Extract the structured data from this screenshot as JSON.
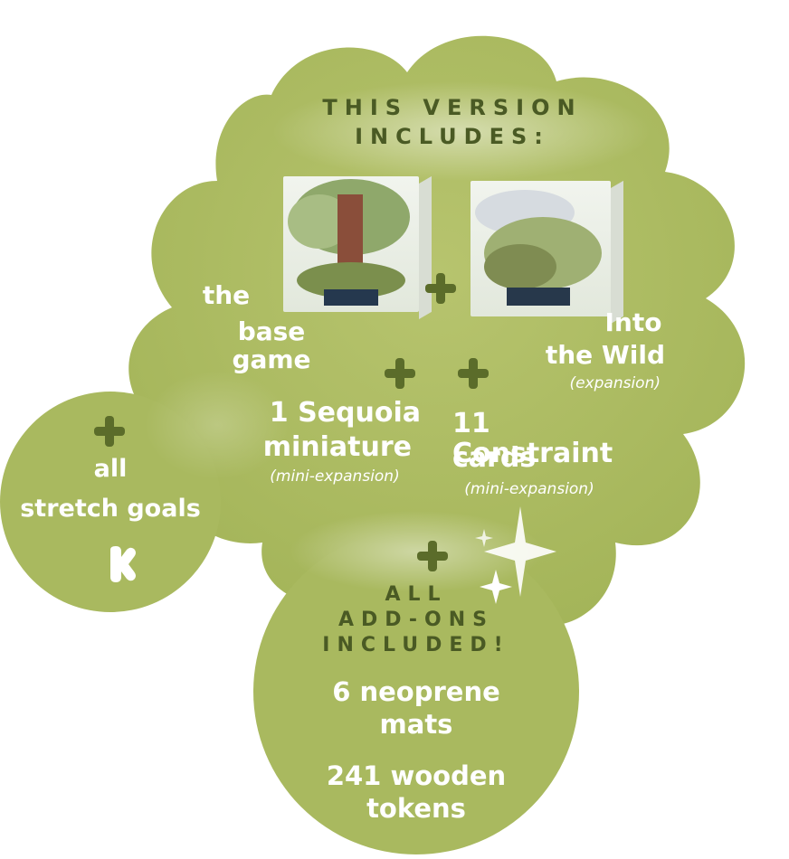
{
  "header": {
    "line1": "THIS VERSION",
    "line2": "INCLUDES:"
  },
  "items": {
    "base_game": {
      "line1": "the",
      "line2": "base game"
    },
    "into_the_wild": {
      "line1": "Into",
      "line2": "the Wild",
      "note": "(expansion)"
    },
    "sequoia": {
      "line1": "1 Sequoia",
      "line2": "miniature",
      "note": "(mini-expansion)"
    },
    "constraint": {
      "line1": "11 Constraint",
      "line2": "cards",
      "note": "(mini-expansion)"
    }
  },
  "stretch_goals": {
    "line1": "all",
    "line2": "stretch goals",
    "icon": "kickstarter-logo-icon"
  },
  "addons": {
    "title_line1": "ALL",
    "title_line2": "ADD-ONS",
    "title_line3": "INCLUDED!",
    "item1_line1": "6 neoprene",
    "item1_line2": "mats",
    "item2_line1": "241 wooden",
    "item2_line2": "tokens"
  },
  "colors": {
    "fill": "#a9b95f",
    "fill_light": "#c4cf87",
    "dark": "#5b6c2a",
    "text": "#ffffff"
  },
  "icons": [
    "plus-icon",
    "sparkle-icon",
    "kickstarter-logo-icon",
    "game-box-image"
  ]
}
